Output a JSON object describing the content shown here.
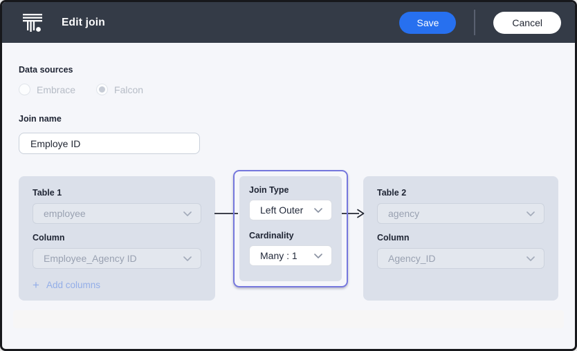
{
  "header": {
    "title": "Edit join",
    "save_label": "Save",
    "cancel_label": "Cancel"
  },
  "form": {
    "data_sources_label": "Data sources",
    "data_sources": [
      {
        "label": "Embrace",
        "selected": false
      },
      {
        "label": "Falcon",
        "selected": true
      }
    ],
    "join_name_label": "Join name",
    "join_name_value": "Employe ID"
  },
  "builder": {
    "table1": {
      "title": "Table 1",
      "table_value": "employee",
      "column_label": "Column",
      "column_value": "Employee_Agency ID",
      "plus_icon": "+",
      "add_columns_label": "Add columns"
    },
    "join": {
      "type_label": "Join Type",
      "type_value": "Left Outer",
      "cardinality_label": "Cardinality",
      "cardinality_value": "Many : 1"
    },
    "table2": {
      "title": "Table 2",
      "table_value": "agency",
      "column_label": "Column",
      "column_value": "Agency_ID"
    }
  },
  "colors": {
    "header_bg": "#343b47",
    "accent_blue": "#2770ef",
    "join_highlight": "#7577dd",
    "panel_bg": "#dbe0ea"
  }
}
